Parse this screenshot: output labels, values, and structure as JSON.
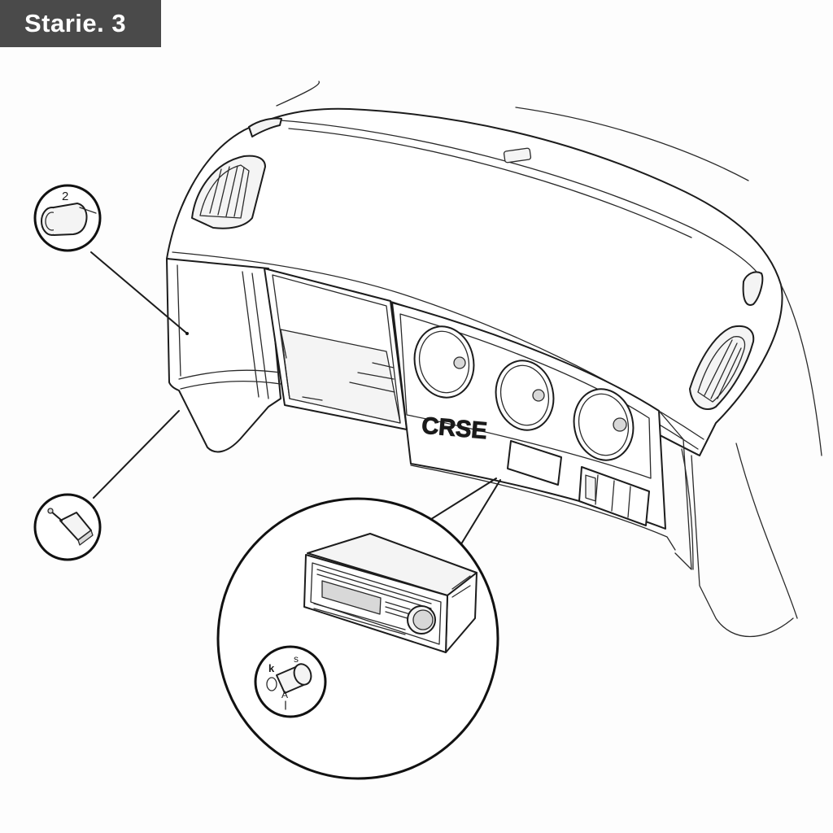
{
  "figure": {
    "title": "Starie. 3",
    "cluster_badge": "CRSE",
    "callout_labels": {
      "top_left_part": "2",
      "connector_top": "s",
      "connector_left": "k",
      "connector_bottom": "A"
    }
  }
}
